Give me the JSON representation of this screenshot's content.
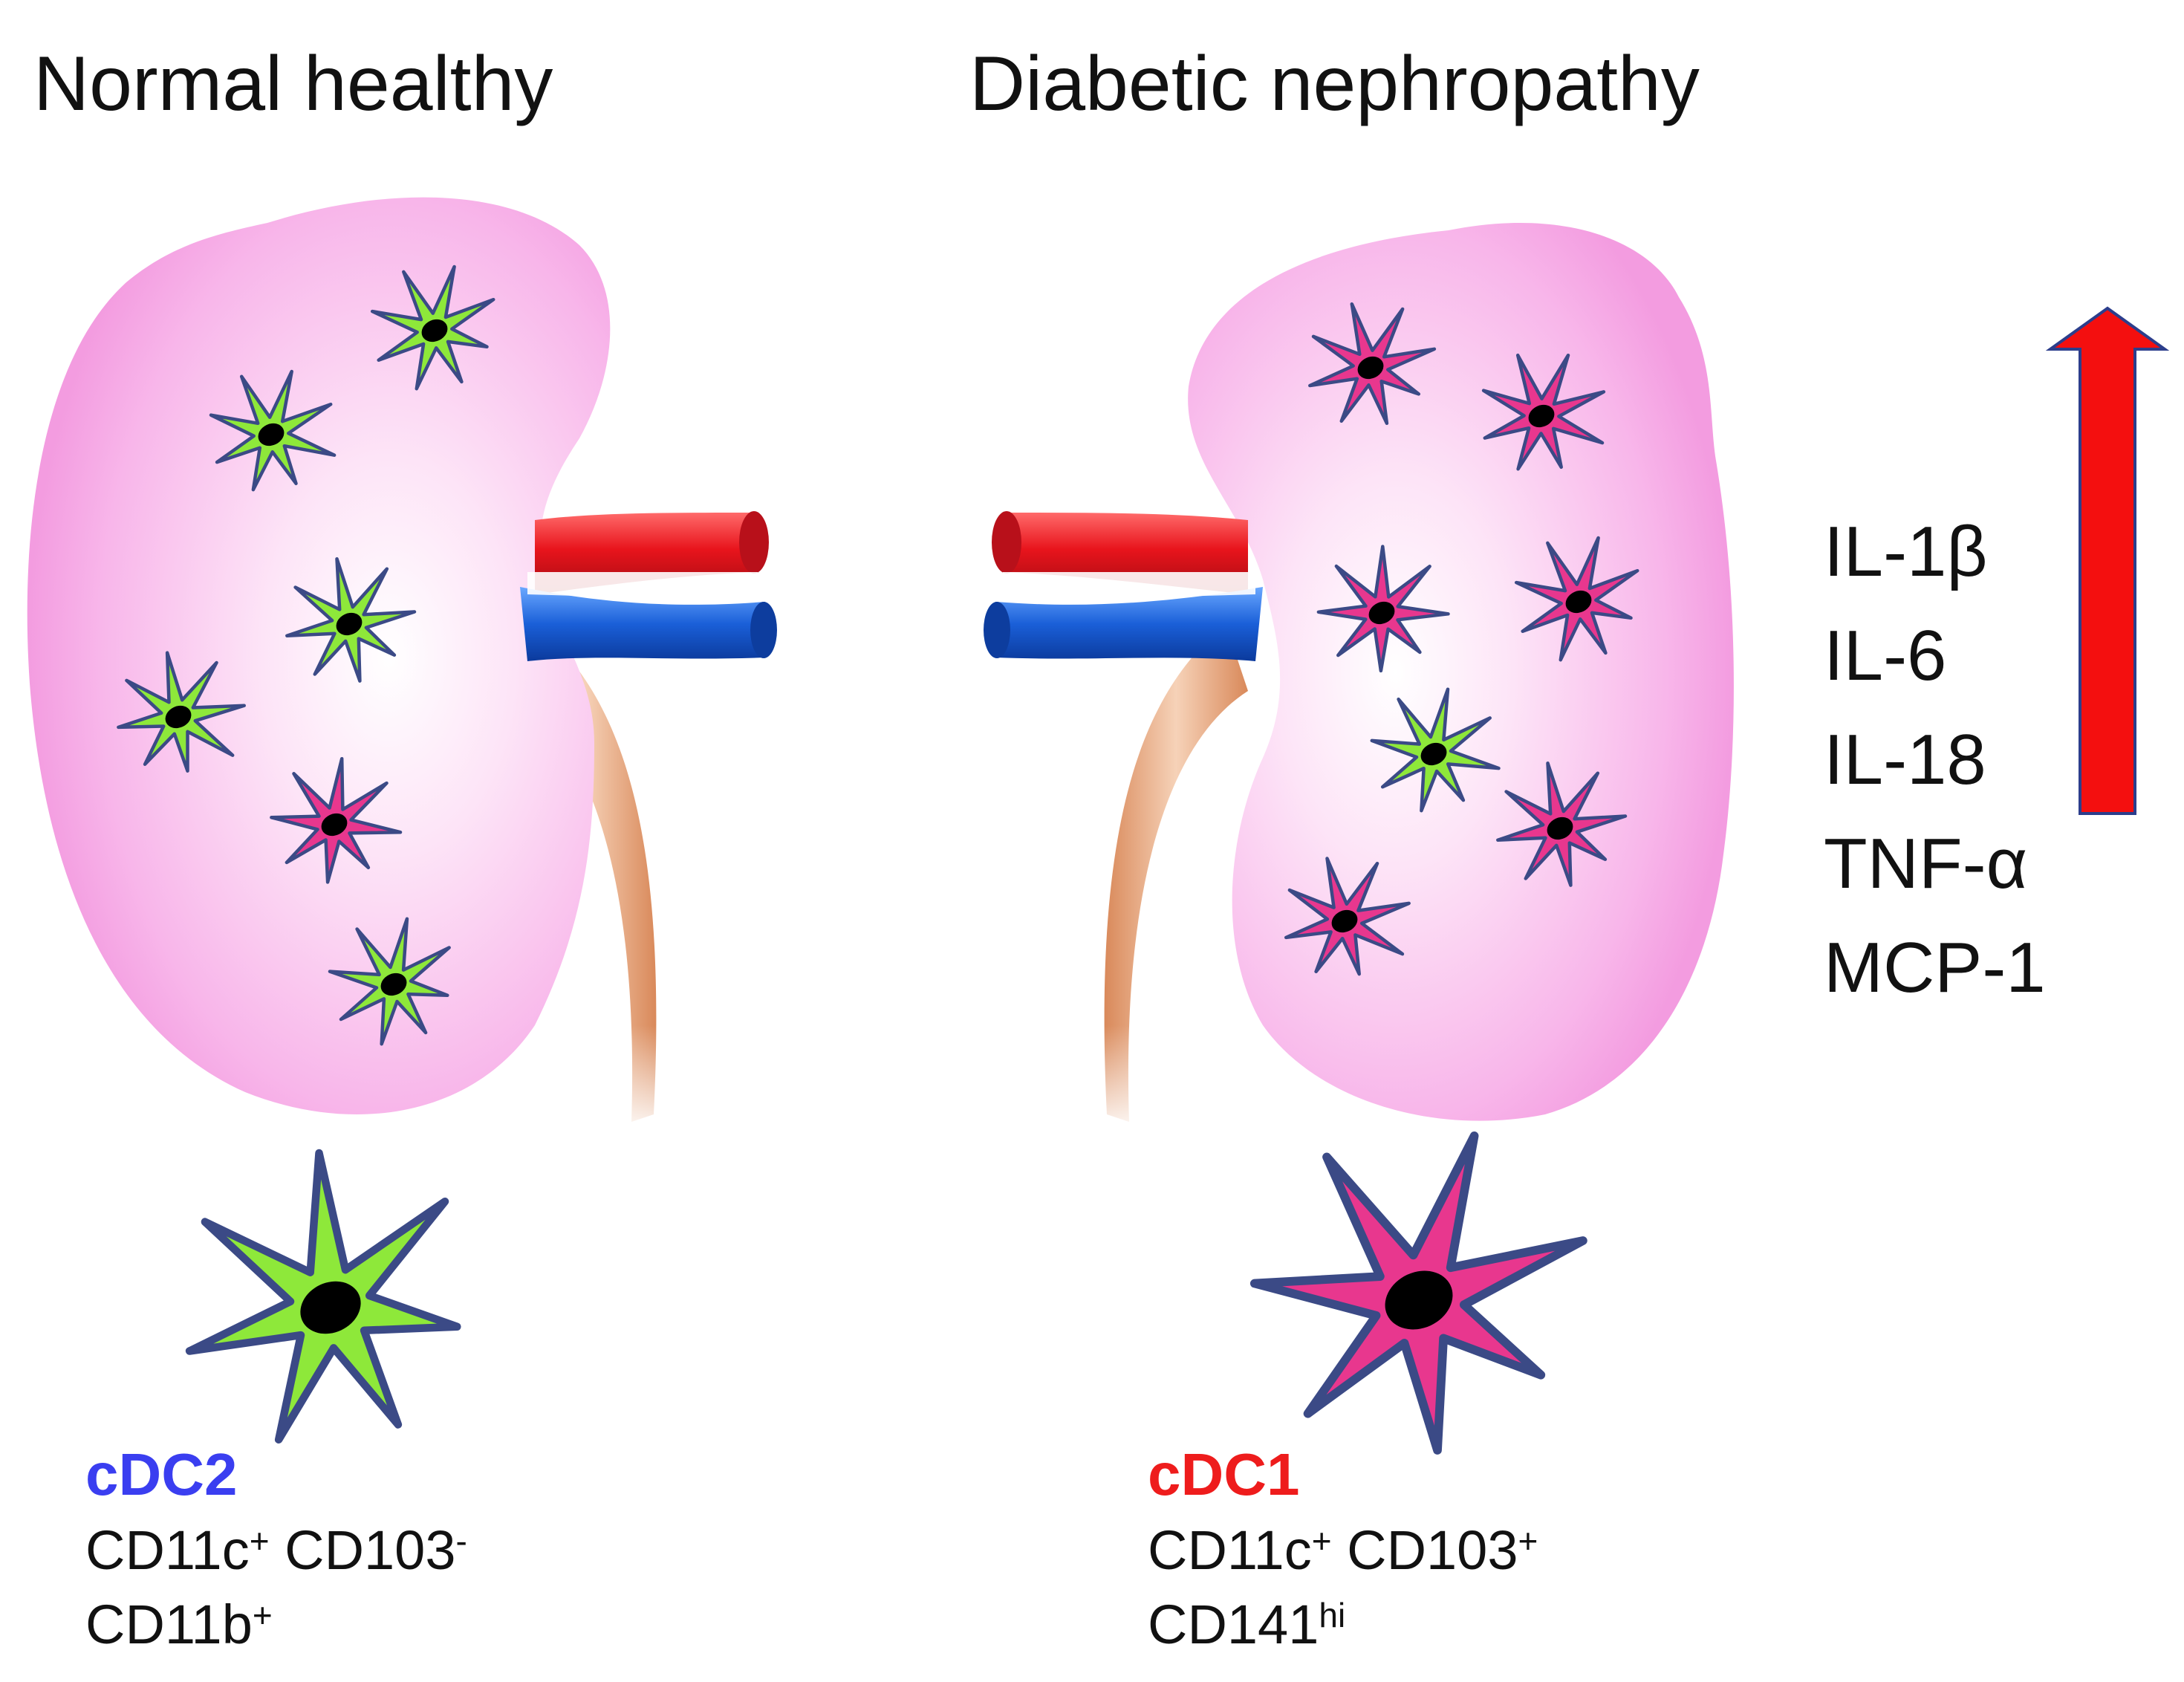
{
  "titles": {
    "left": "Normal healthy",
    "right": "Diabetic nephropathy"
  },
  "cytokines": [
    "IL-1β",
    "IL-6",
    "IL-18",
    "TNF-α",
    "MCP-1"
  ],
  "left_dc": {
    "name": "cDC2",
    "name_color": "#3a3ef0",
    "line1": [
      {
        "text": "CD11c",
        "sup": "+"
      },
      {
        "text": " CD103",
        "sup": "-"
      }
    ],
    "line2": [
      {
        "text": "CD11b",
        "sup": "+"
      }
    ]
  },
  "right_dc": {
    "name": "cDC1",
    "name_color": "#ee1c1c",
    "line1": [
      {
        "text": "CD11c",
        "sup": "+"
      },
      {
        "text": " CD103",
        "sup": "+"
      }
    ],
    "line2": [
      {
        "text": "CD141",
        "sup": "hi"
      }
    ]
  },
  "colors": {
    "kidney_pink": "#f6a6e6",
    "kidney_center": "#ffeefb",
    "green_dc": "#8ee83a",
    "magenta_dc": "#e8378e",
    "dc_outline": "#3b4a86",
    "artery": "#e8141c",
    "vein": "#1a5fd8",
    "ureter": "#e3a47c",
    "arrow": "#f40f0f",
    "arrow_outline": "#2c3e8c"
  },
  "icons": {
    "kidney": "kidney-icon",
    "dendritic_cell": "dendritic-cell-icon",
    "up_arrow": "up-arrow-icon"
  }
}
